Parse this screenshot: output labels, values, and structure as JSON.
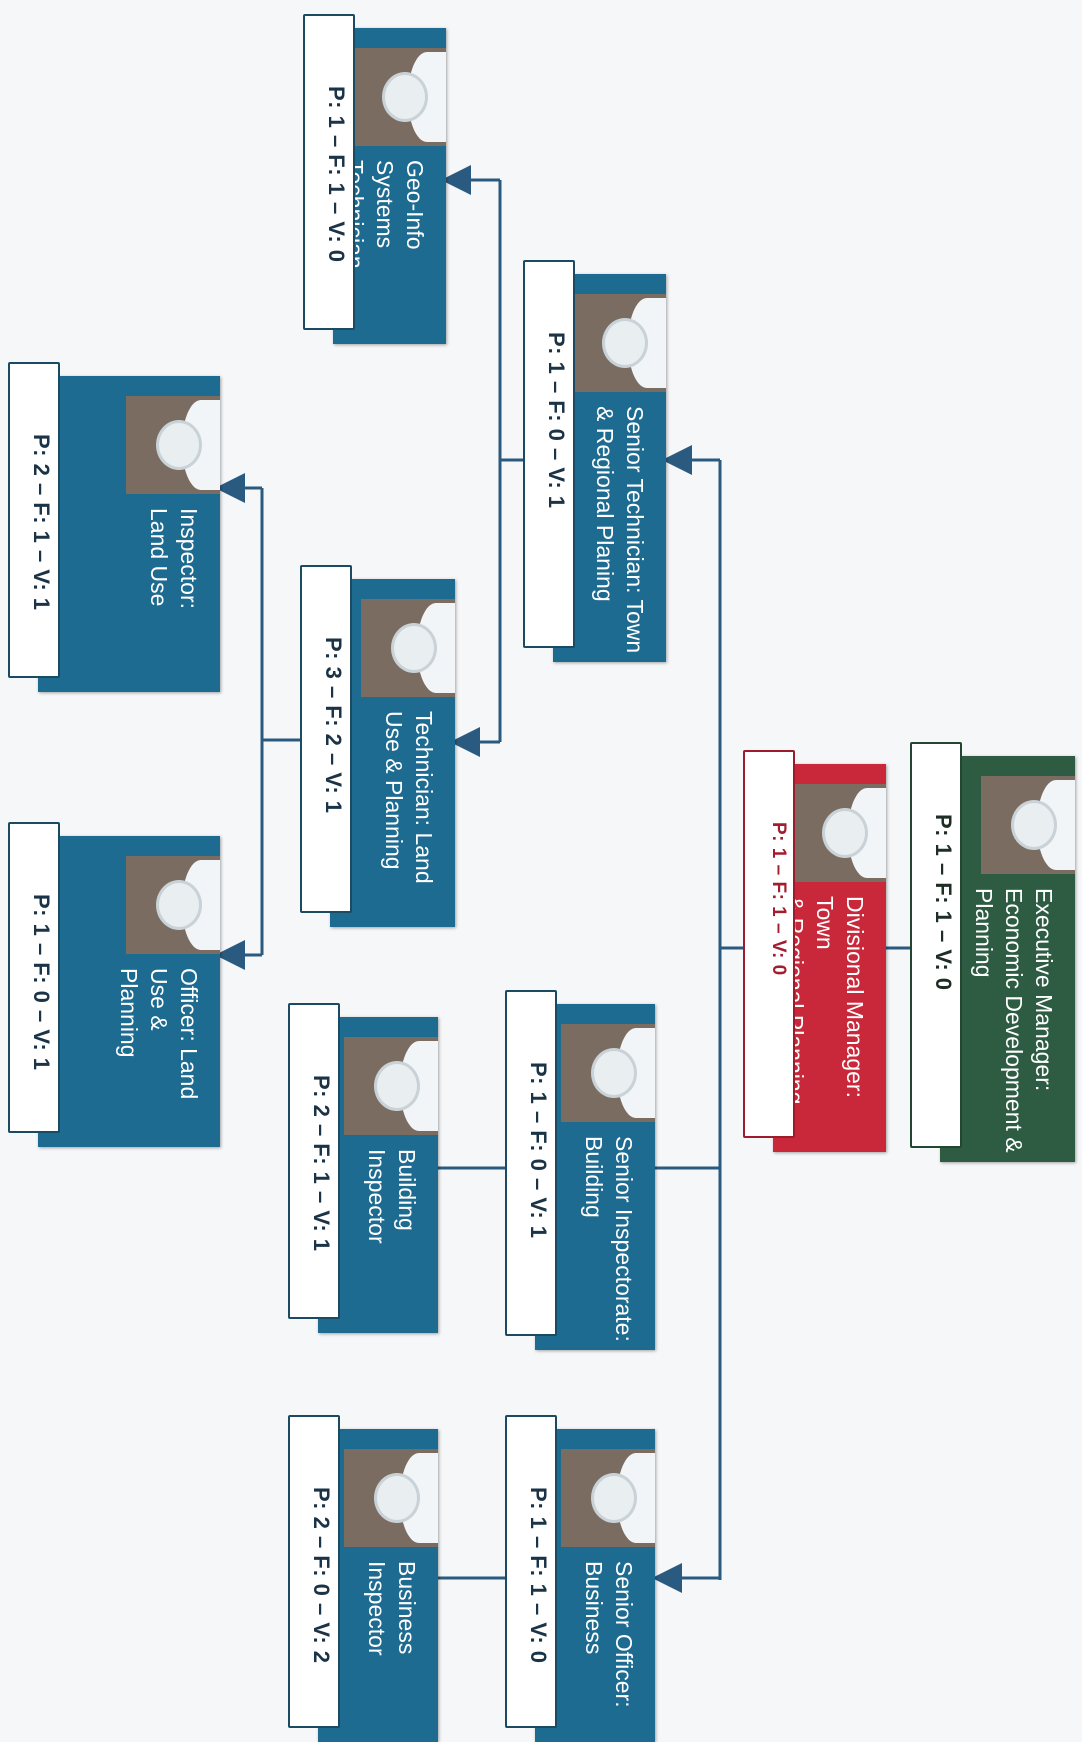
{
  "connector_color": "#2b5a80",
  "positions": [
    {
      "id": "exec",
      "title": "Executive Manager:\nEconomic Development &\nPlanning",
      "stats": "P: 1 – F: 1 – V: 0",
      "color": "green"
    },
    {
      "id": "div",
      "title": "Divisional Manager: Town\n& Regional Planning,\nHuman Settlements",
      "stats": "P: 1 – F: 1 – V: 0",
      "color": "red"
    },
    {
      "id": "sr-tech",
      "title": "Senior Technician: Town\n& Regional Planing",
      "stats": "P: 1 – F: 0 – V: 1",
      "color": "blue"
    },
    {
      "id": "geo",
      "title": "Geo-Info Systems\nTechnician",
      "stats": "P: 1 – F: 1 – V: 0",
      "color": "blue"
    },
    {
      "id": "tech-land",
      "title": "Technician: Land\nUse & Planning",
      "stats": "P: 3 – F: 2 – V: 1",
      "color": "blue"
    },
    {
      "id": "insp-land",
      "title": "Inspector:\nLand Use",
      "stats": "P: 2 – F: 1 – V: 1",
      "color": "blue"
    },
    {
      "id": "officer-land",
      "title": "Officer: Land\nUse &\nPlanning",
      "stats": "P: 1 – F: 0 – V: 1",
      "color": "blue"
    },
    {
      "id": "sr-insp-bld",
      "title": "Senior Inspectorate:\nBuilding",
      "stats": "P: 1 – F: 0 – V: 1",
      "color": "blue"
    },
    {
      "id": "bld-insp",
      "title": "Building\nInspector",
      "stats": "P: 2 – F: 1 – V: 1",
      "color": "blue"
    },
    {
      "id": "sr-off-bus",
      "title": "Senior Officer:\nBusiness",
      "stats": "P: 1 – F: 1 – V: 0",
      "color": "blue"
    },
    {
      "id": "bus-insp",
      "title": "Business\nInspector",
      "stats": "P: 2 – F: 0 – V: 2",
      "color": "blue"
    }
  ]
}
